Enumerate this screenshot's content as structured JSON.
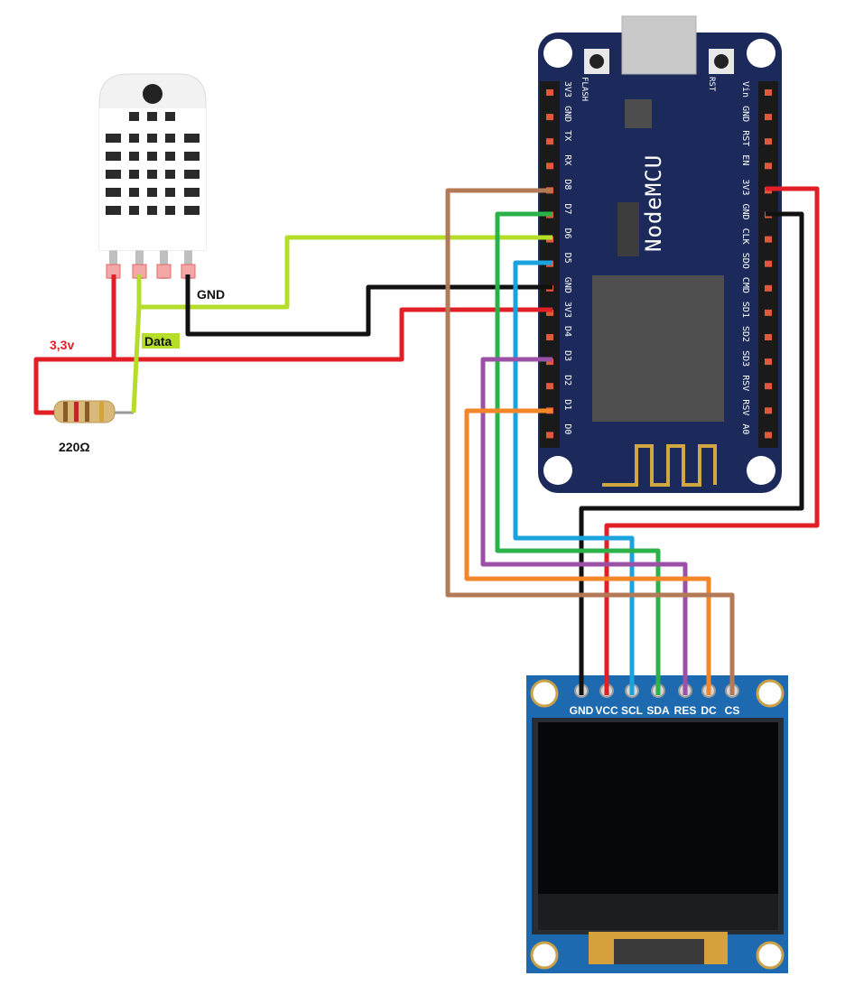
{
  "colors": {
    "red": "#e21e26",
    "black": "#111111",
    "lime": "#b5dd2b",
    "green": "#2bb24a",
    "cyan": "#1ba3de",
    "purple": "#9b52a6",
    "orange": "#f4862a",
    "brown": "#b47a57",
    "board_blue": "#1c2a5b",
    "oled_blue": "#1d6ab0"
  },
  "labels": {
    "gnd": "GND",
    "data": "Data",
    "voltage": "3,3v",
    "resistor": "220Ω"
  },
  "nodemcu": {
    "title": "NodeMCU",
    "flash": "FLASH",
    "rst": "RST",
    "left_pins": [
      "3V3",
      "GND",
      "TX",
      "RX",
      "D8",
      "D7",
      "D6",
      "D5",
      "GND",
      "3V3",
      "D4",
      "D3",
      "D2",
      "D1",
      "D0"
    ],
    "right_pins": [
      "Vin",
      "GND",
      "RST",
      "EN",
      "3V3",
      "GND",
      "CLK",
      "SDO",
      "CMD",
      "SD1",
      "SD2",
      "SD3",
      "RSV",
      "RSV",
      "A0"
    ]
  },
  "oled": {
    "pins": [
      "GND",
      "VCC",
      "SCL",
      "SDA",
      "RES",
      "DC",
      "CS"
    ]
  }
}
